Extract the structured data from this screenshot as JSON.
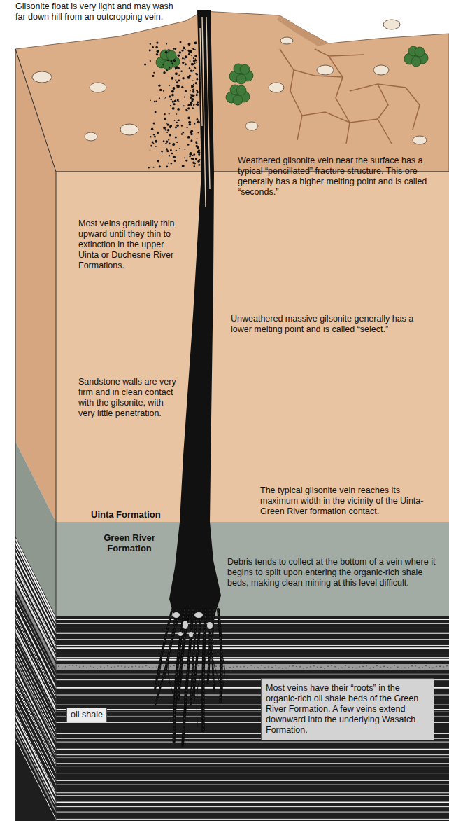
{
  "diagram": {
    "nodes": [
      {
        "text": [
          "Most veins have their “roots” in the organic-rich oil shale beds of the Green River Formation. A few veins extend downward into the underlying Wasatch Formation."
        ]
      },
      {
        "text": [
          "oil shale"
        ]
      }
    ],
    "labels": [
      "Gilsonite float is very light and may wash far down hill from an outcropping vein.",
      "Weathered gilsonite vein near the surface has a typical “pencillated” fracture structure. This ore generally has a higher melting point and is called “seconds.”",
      "Most veins gradually thin upward until they thin to extinction in the upper Uinta or Duchesne River Formations.",
      "Unweathered massive gilsonite generally has a lower melting point and is called “select.”",
      "Sandstone walls are very firm and in clean contact with the gilsonite, with very little penetration.",
      "The typical gilsonite vein reaches its maximum width in the vicinity of the Uinta-Green River formation contact.",
      "Uinta Formation",
      "Green River Formation",
      "Debris tends to collect at the bottom of a vein where it begins to split upon entering the organic-rich shale beds, making clean mining at this level difficult."
    ]
  }
}
